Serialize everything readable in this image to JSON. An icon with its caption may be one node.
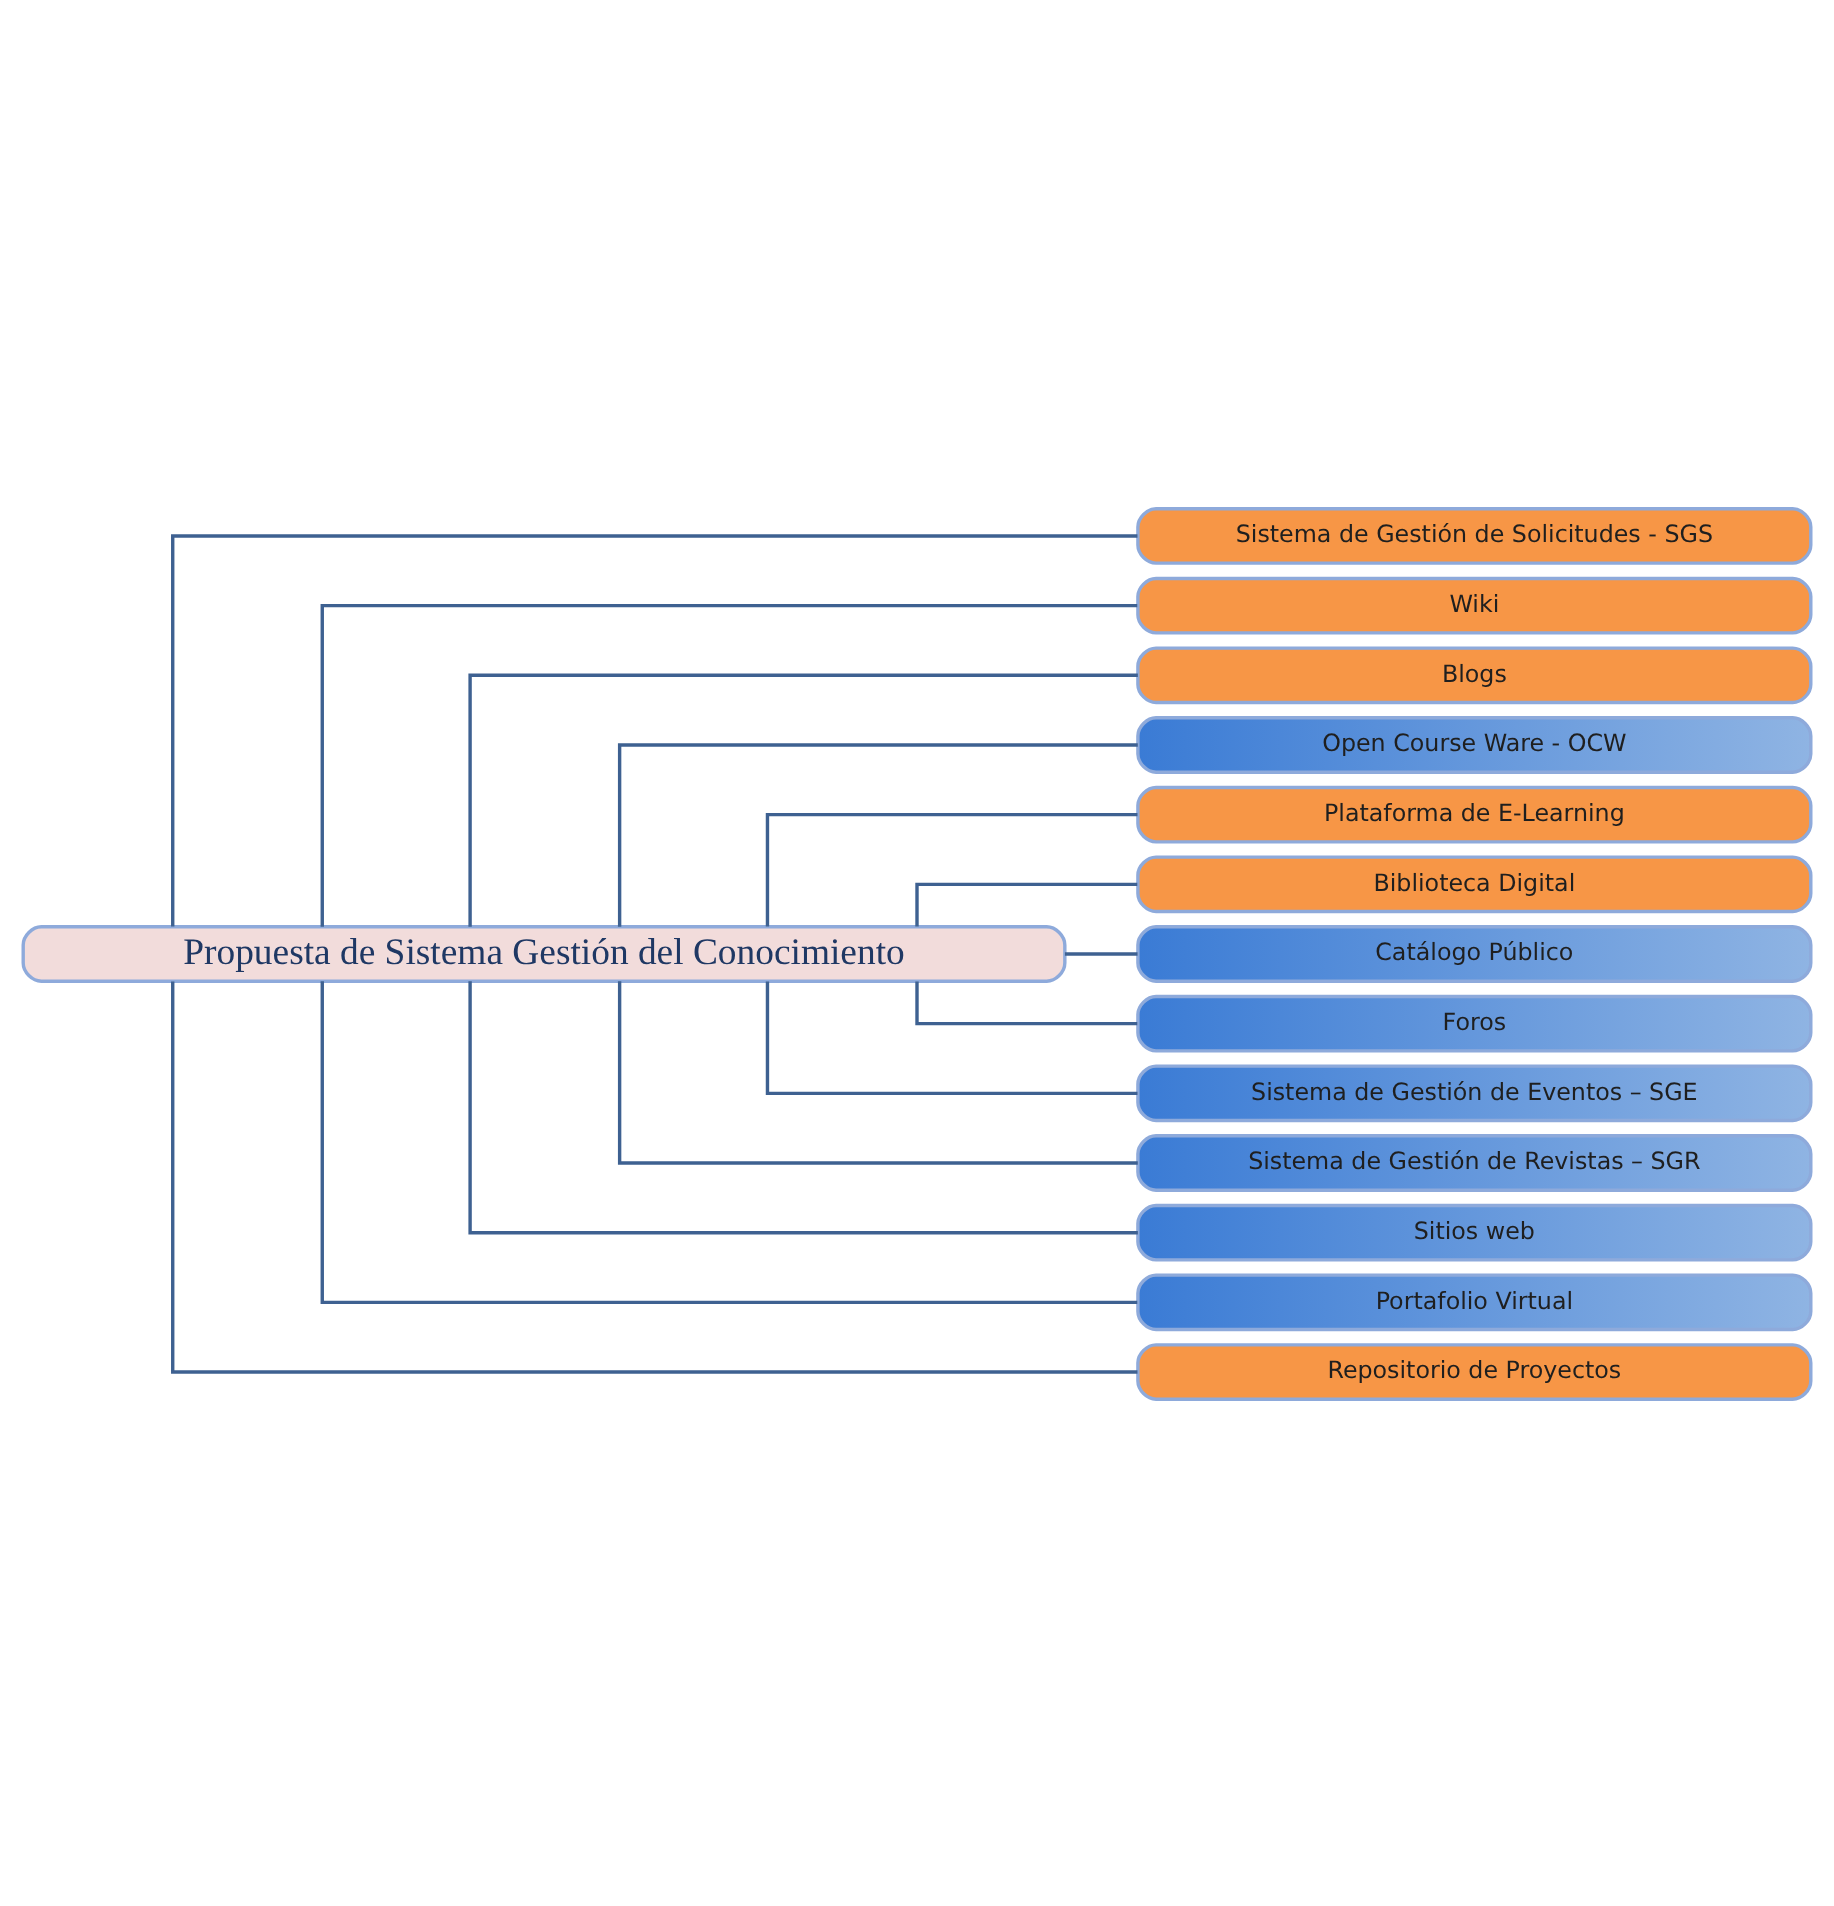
{
  "diagram": {
    "nodes": [
      {
        "text": [
          "Propuesta de Sistema Gestión del Conocimiento"
        ]
      },
      {
        "text": [
          "Sistema de Gestión de Solicitudes - SGS"
        ]
      },
      {
        "text": [
          "Wiki"
        ]
      },
      {
        "text": [
          "Blogs"
        ]
      },
      {
        "text": [
          "Open Course Ware - OCW"
        ]
      },
      {
        "text": [
          "Plataforma de E-Learning"
        ]
      },
      {
        "text": [
          "Biblioteca Digital"
        ]
      },
      {
        "text": [
          "Catálogo Público"
        ]
      },
      {
        "text": [
          "Foros"
        ]
      },
      {
        "text": [
          "Sistema de Gestión de Eventos – SGE"
        ]
      },
      {
        "text": [
          "Sistema de Gestión de Revistas – SGR"
        ]
      },
      {
        "text": [
          "Sitios web"
        ]
      },
      {
        "text": [
          "Portafolio Virtual"
        ]
      },
      {
        "text": [
          "Repositorio de Proyectos"
        ]
      }
    ],
    "edges": [
      {
        "from": 0,
        "to": 1,
        "arrow": "none"
      },
      {
        "from": 0,
        "to": 2,
        "arrow": "none"
      },
      {
        "from": 0,
        "to": 3,
        "arrow": "none"
      },
      {
        "from": 0,
        "to": 4,
        "arrow": "none"
      },
      {
        "from": 0,
        "to": 5,
        "arrow": "none"
      },
      {
        "from": 0,
        "to": 6,
        "arrow": "none"
      },
      {
        "from": 0,
        "to": 7,
        "arrow": "none"
      },
      {
        "from": 0,
        "to": 8,
        "arrow": "none"
      },
      {
        "from": 0,
        "to": 9,
        "arrow": "none"
      },
      {
        "from": 0,
        "to": 10,
        "arrow": "none"
      },
      {
        "from": 0,
        "to": 11,
        "arrow": "none"
      },
      {
        "from": 0,
        "to": 12,
        "arrow": "none"
      },
      {
        "from": 0,
        "to": 13,
        "arrow": "none"
      }
    ]
  }
}
